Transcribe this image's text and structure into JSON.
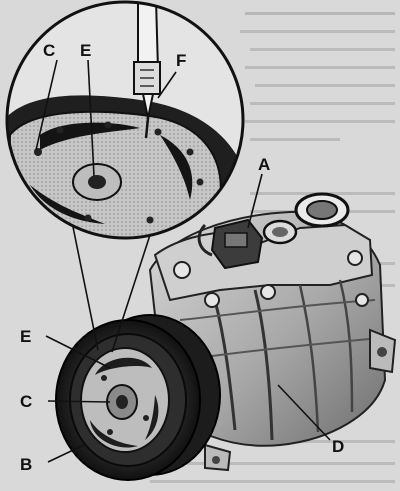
{
  "labels": {
    "A": "A",
    "B": "B",
    "C_top": "C",
    "C_bottom": "C",
    "D": "D",
    "E_top": "E",
    "E_bottom": "E",
    "F": "F"
  },
  "colors": {
    "background": "#d9d9d9",
    "ink": "#111111",
    "metal_light": "#bdbdbd",
    "metal_dark": "#3a3a3a"
  }
}
